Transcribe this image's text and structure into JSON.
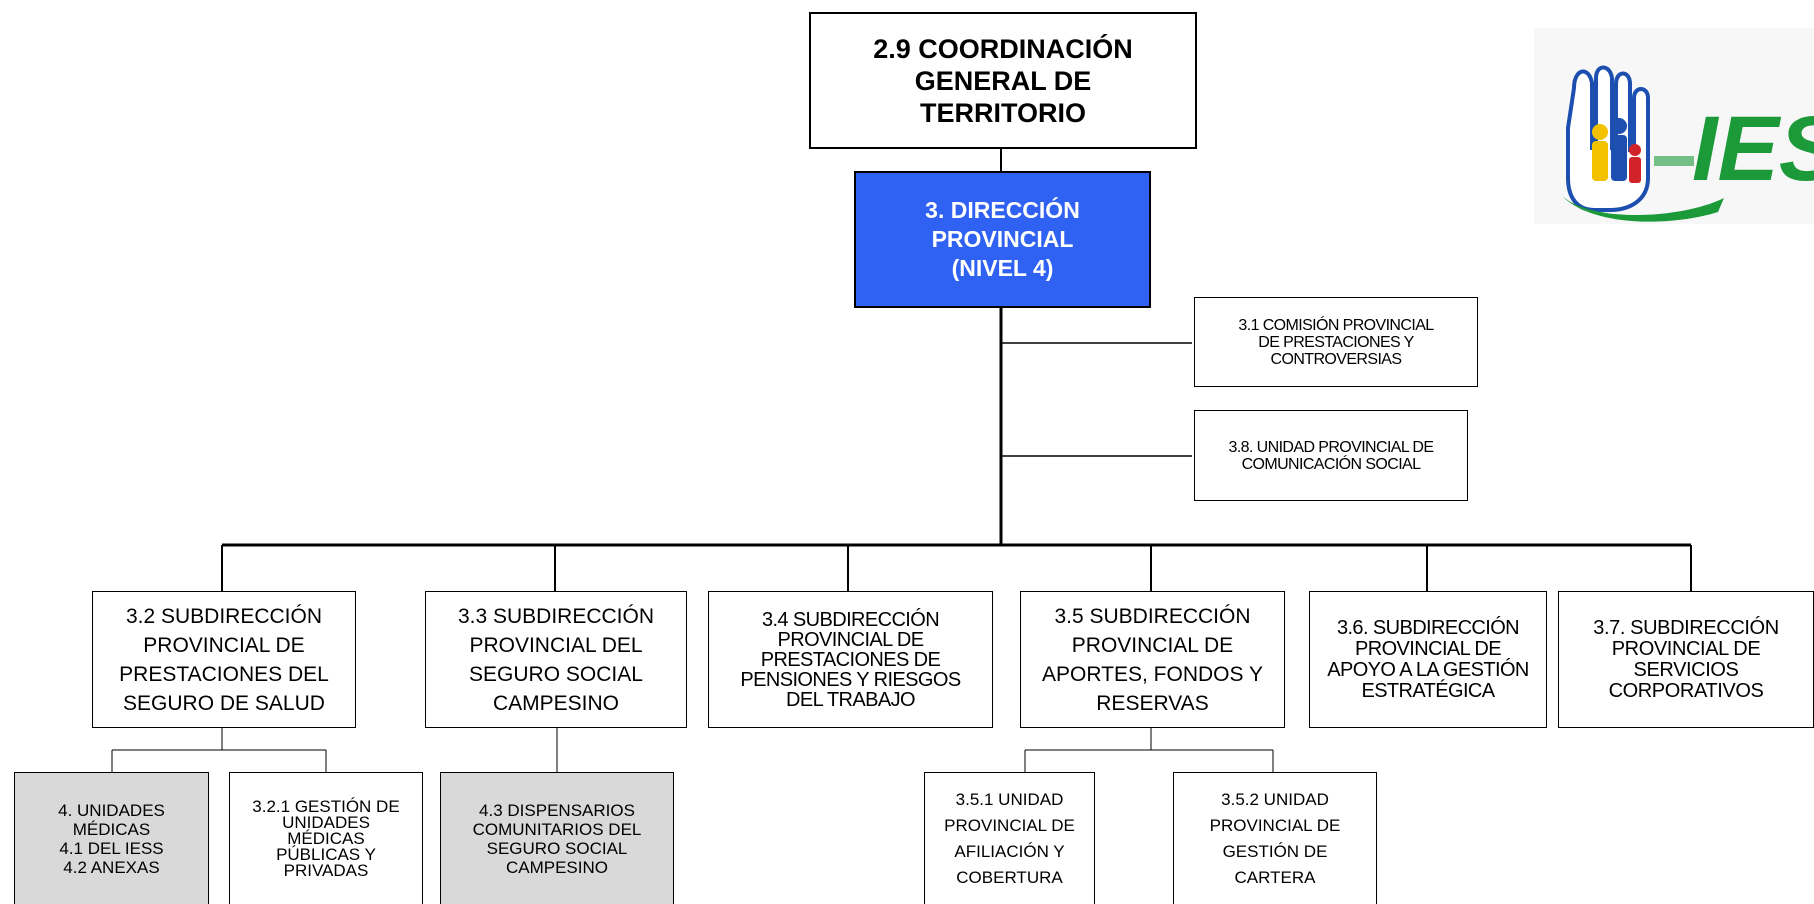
{
  "org_chart": {
    "top": {
      "label": "2.9 COORDINACIÓN\nGENERAL DE\nTERRITORIO"
    },
    "direction": {
      "label": "3. DIRECCIÓN\nPROVINCIAL\n(NIVEL 4)",
      "fill_color": "#2f62f2"
    },
    "staff_units": [
      {
        "label": "3.1 COMISIÓN PROVINCIAL\nDE PRESTACIONES Y\nCONTROVERSIAS"
      },
      {
        "label": "3.8. UNIDAD PROVINCIAL DE\nCOMUNICACIÓN SOCIAL"
      }
    ],
    "subdirections": [
      {
        "label": "3.2 SUBDIRECCIÓN\nPROVINCIAL DE\nPRESTACIONES DEL\nSEGURO DE SALUD"
      },
      {
        "label": "3.3 SUBDIRECCIÓN\nPROVINCIAL DEL\nSEGURO SOCIAL\nCAMPESINO"
      },
      {
        "label": "3.4 SUBDIRECCIÓN\nPROVINCIAL DE\nPRESTACIONES DE\nPENSIONES Y RIESGOS\nDEL TRABAJO"
      },
      {
        "label": "3.5 SUBDIRECCIÓN\nPROVINCIAL DE\nAPORTES, FONDOS Y\nRESERVAS"
      },
      {
        "label": "3.6. SUBDIRECCIÓN\nPROVINCIAL  DE\nAPOYO A LA GESTIÓN\nESTRATÉGICA"
      },
      {
        "label": "3.7. SUBDIRECCIÓN\nPROVINCIAL DE\nSERVICIOS\nCORPORATIVOS"
      }
    ],
    "level3_units": [
      {
        "label": "4. UNIDADES\nMÉDICAS\n4.1 DEL IESS\n4.2 ANEXAS"
      },
      {
        "label": "3.2.1 GESTIÓN DE\nUNIDADES\nMÉDICAS\nPÚBLICAS Y\nPRIVADAS"
      },
      {
        "label": "4.3 DISPENSARIOS\nCOMUNITARIOS DEL\nSEGURO SOCIAL\nCAMPESINO"
      },
      {
        "label": "3.5.1 UNIDAD\nPROVINCIAL DE\nAFILIACIÓN Y\nCOBERTURA"
      },
      {
        "label": "3.5.2 UNIDAD\nPROVINCIAL DE\nGESTIÓN DE\nCARTERA"
      }
    ],
    "shaded_color": "#d9d9d9"
  },
  "logo": {
    "text": "IESS",
    "brand_green": "#1c9a3a",
    "icon": "hand-family-icon"
  }
}
